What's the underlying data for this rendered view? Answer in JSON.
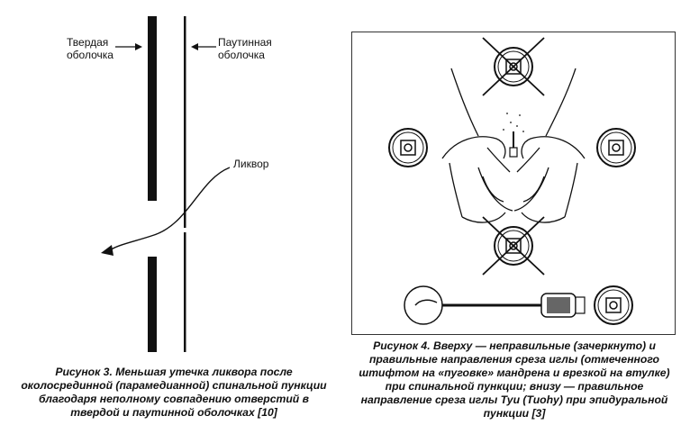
{
  "figure3": {
    "label_dura": "Твердая\nоболочка",
    "label_arachnoid": "Паутинная\nоболочка",
    "label_csf": "Ликвор",
    "caption_title": "Рисунок 3.",
    "caption_text": " Меньшая утечка ликвора после околосрединной (парамедианной) спинальной пункции благодаря неполному совпадению отверстий в твердой и паутинной оболочках [10]"
  },
  "figure4": {
    "caption_title": "Рисунок 4.",
    "caption_text": " Вверху — неправильные (зачеркнуто) и правильные направления среза иглы (отмеченного штифтом на «пуговке» мандрена и врезкой на втулке) при спинальной пункции; внизу — правильное направление среза иглы Туи (Tuohy) при эпидуральной пункции [3]"
  },
  "colors": {
    "ink": "#111111",
    "background": "#ffffff"
  }
}
